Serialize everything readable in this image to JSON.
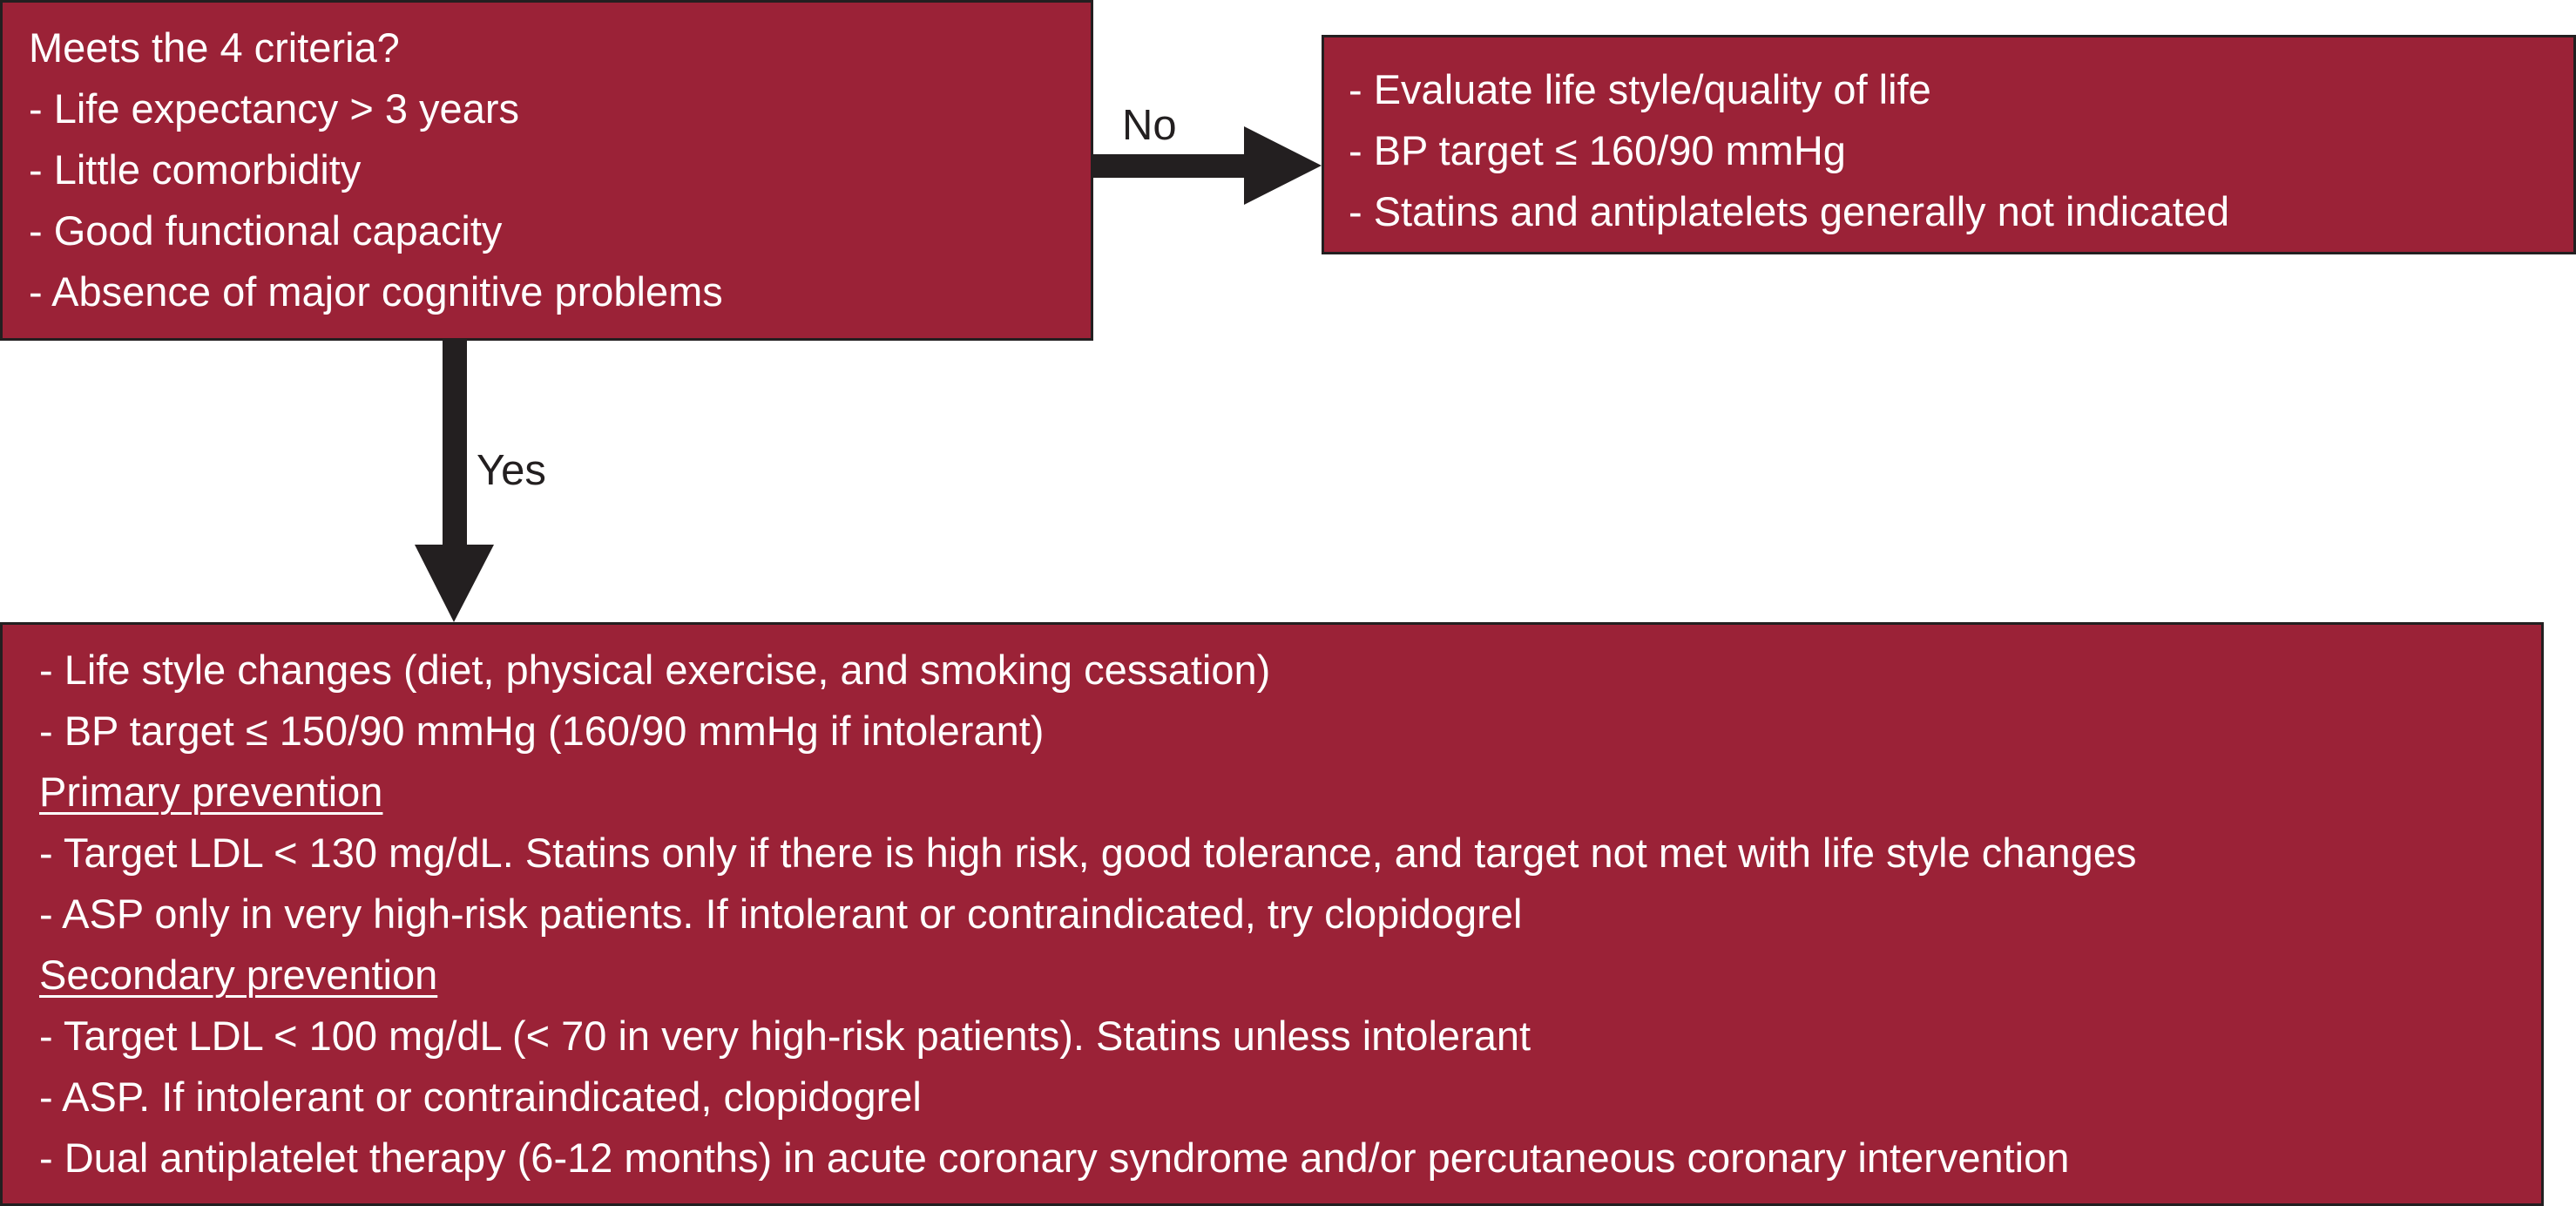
{
  "colors": {
    "box_fill": "#9b2237",
    "box_border": "#231f20",
    "box_text": "#ffffff",
    "arrow": "#231f20"
  },
  "criteria_box": {
    "lines": [
      "Meets the 4 criteria?",
      "- Life expectancy > 3 years",
      "- Little comorbidity",
      "- Good functional capacity",
      "- Absence of major cognitive problems"
    ]
  },
  "no_branch": {
    "label": "No",
    "lines": [
      "- Evaluate life style/quality of life",
      "- BP target ≤ 160/90 mmHg",
      "- Statins and antiplatelets generally not indicated"
    ]
  },
  "yes_branch": {
    "label": "Yes",
    "general": [
      "- Life style changes (diet, physical exercise, and smoking cessation)",
      "- BP target ≤ 150/90 mmHg (160/90 mmHg if intolerant)"
    ],
    "primary": {
      "heading": "Primary prevention",
      "items": [
        "- Target LDL < 130 mg/dL. Statins only if there is high risk, good tolerance, and target not met with life style changes",
        "- ASP only in very high-risk patients. If intolerant or contraindicated, try clopidogrel"
      ]
    },
    "secondary": {
      "heading": "Secondary prevention",
      "items": [
        "- Target LDL < 100 mg/dL (< 70 in very high-risk patients). Statins unless intolerant",
        "- ASP. If intolerant or contraindicated, clopidogrel",
        "- Dual antiplatelet therapy (6-12 months) in acute coronary syndrome and/or percutaneous coronary intervention"
      ]
    }
  }
}
